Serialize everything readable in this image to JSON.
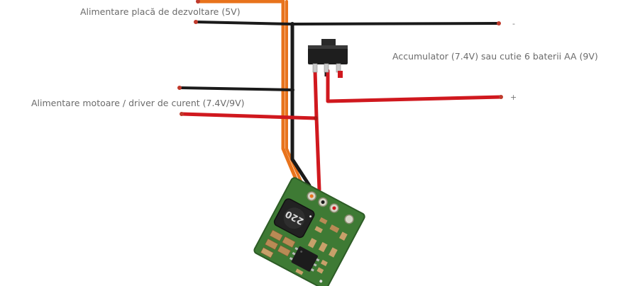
{
  "labels": {
    "board_supply": "Alimentare placă de dezvoltare (5V)",
    "battery": "Accumulator (7.4V) sau cutie 6 baterii AA (9V)",
    "motor_supply": "Alimentare motoare / driver de curent (7.4V/9V)",
    "negative": "-",
    "positive": "+",
    "inductor_marking": "220"
  },
  "colors": {
    "wire_orange": "#e8731c",
    "wire_black": "#1a1a1a",
    "wire_red": "#d0181e",
    "pcb_green": "#3e7a34",
    "switch_body": "#1e1e1e",
    "label_gray": "#6b6b6b"
  },
  "components": {
    "switch": "slide-switch",
    "regulator": "step-down-voltage-regulator-board"
  }
}
